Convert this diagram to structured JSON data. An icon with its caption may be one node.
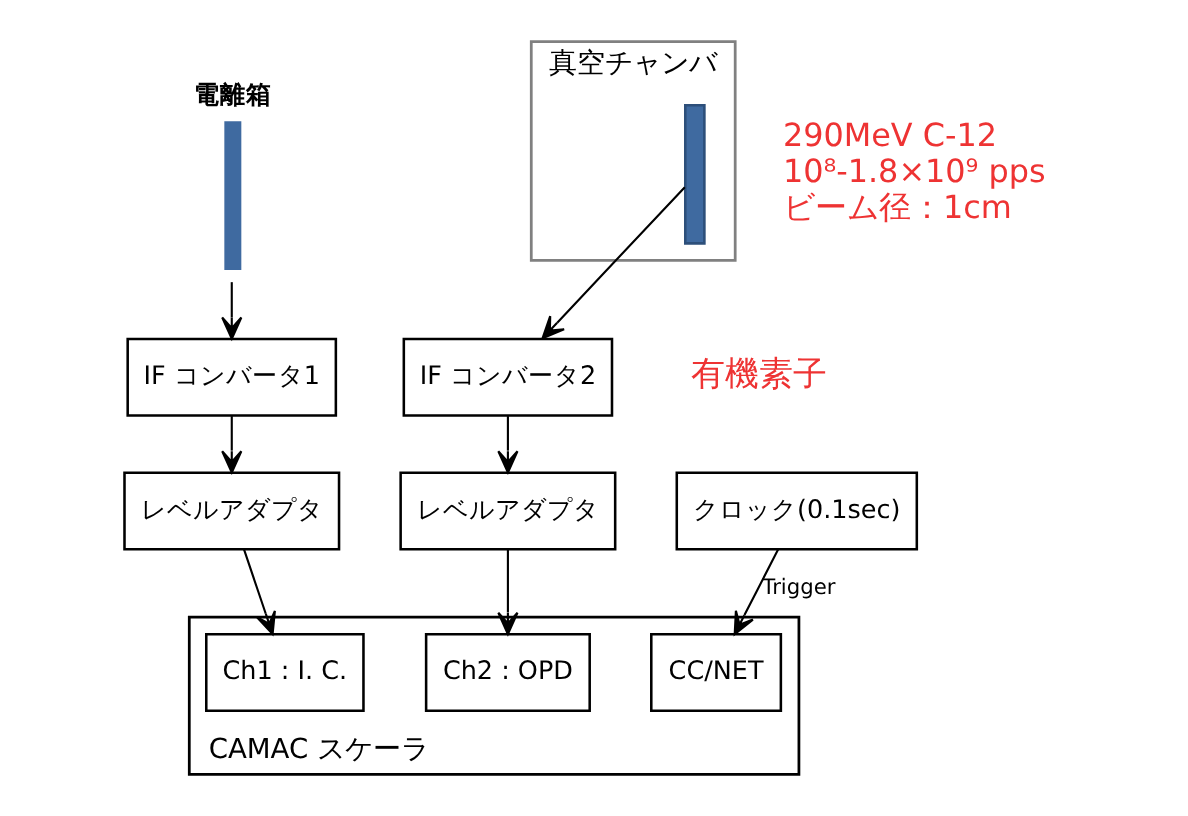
{
  "diagram": {
    "nodes": [
      {
        "text": [
          "電離箱"
        ]
      },
      {
        "text": [
          "真空チャンバ"
        ]
      },
      {
        "text": [],
        "shape": "bar",
        "in": 1
      },
      {
        "text": [
          "IF コンバータ1"
        ]
      },
      {
        "text": [
          "IF コンバータ2"
        ]
      },
      {
        "text": [
          "レベルアダプタ"
        ]
      },
      {
        "text": [
          "レベルアダプタ"
        ]
      },
      {
        "text": [
          "CAMAC スケーラ"
        ]
      },
      {
        "text": [
          "Ch1 : I. C."
        ],
        "in": 7
      },
      {
        "text": [
          "Ch2 : OPD"
        ],
        "in": 7
      },
      {
        "text": [
          "CC/NET"
        ],
        "in": 7
      },
      {
        "text": [
          "クロック(0.1sec)"
        ]
      }
    ],
    "edges": [
      {
        "from": 0,
        "to": 3,
        "arrow": "to"
      },
      {
        "from": 2,
        "to": 4,
        "arrow": "to"
      },
      {
        "from": 3,
        "to": 5,
        "arrow": "to"
      },
      {
        "from": 4,
        "to": 6,
        "arrow": "to"
      },
      {
        "from": 5,
        "to": 8,
        "arrow": "to"
      },
      {
        "from": 6,
        "to": 9,
        "arrow": "to"
      },
      {
        "from": 11,
        "to": 10,
        "arrow": "to",
        "label": "Trigger"
      }
    ],
    "labels": [
      "290MeV C-12",
      "10⁸-1.8×10⁹ pps",
      "ビーム径：1cm",
      "有機素子"
    ]
  }
}
